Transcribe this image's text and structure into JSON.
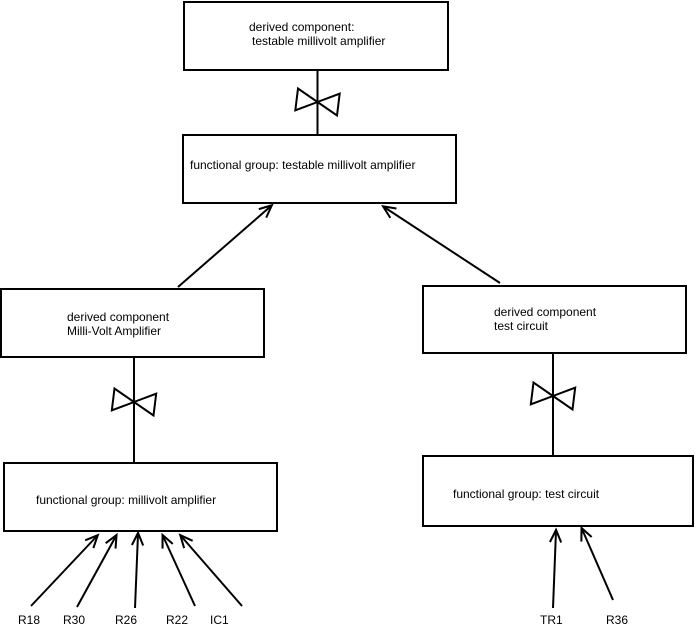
{
  "page": {
    "background_color": "#ffffff",
    "line_color": "#000000"
  },
  "nodes": {
    "derived_testable": {
      "line1": "derived component:",
      "line2": "testable millivolt amplifier"
    },
    "fg_testable": {
      "label": "functional group: testable millivolt amplifier"
    },
    "derived_mv": {
      "line1": "derived component",
      "line2": "Milli-Volt Amplifier"
    },
    "fg_mv": {
      "label": "functional group: millivolt amplifier"
    },
    "derived_test": {
      "line1": "derived component",
      "line2": "test circuit"
    },
    "fg_test": {
      "label": "functional group: test circuit"
    }
  },
  "components": {
    "millivolt_amplifier": [
      "R18",
      "R30",
      "R26",
      "R22",
      "IC1"
    ],
    "test_circuit": [
      "TR1",
      "R36"
    ]
  },
  "icons": {
    "decomposition_symbol": "bowtie-icon"
  }
}
